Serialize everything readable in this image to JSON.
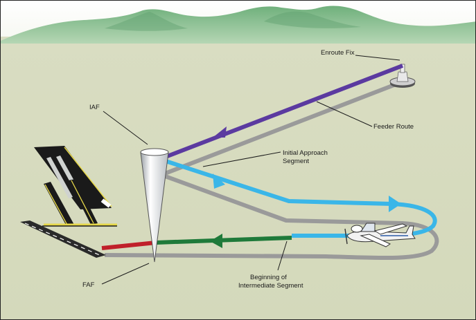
{
  "labels": {
    "enroute_fix": "Enroute Fix",
    "feeder_route": "Feeder Route",
    "iaf": "IAF",
    "initial_approach_line1": "Initial Approach",
    "initial_approach_line2": "Segment",
    "beginning_line1": "Beginning of",
    "beginning_line2": "Intermediate Segment",
    "faf": "FAF"
  },
  "colors": {
    "sky": "#ffffff",
    "ground": "#d7dcbf",
    "hills": "#7dba8a",
    "feeder_route": "#5b3aa0",
    "initial_segment": "#3ab6e8",
    "intermediate_segment": "#1f7a3a",
    "final_segment": "#c0202a",
    "ground_track": "#9a9a9a"
  }
}
